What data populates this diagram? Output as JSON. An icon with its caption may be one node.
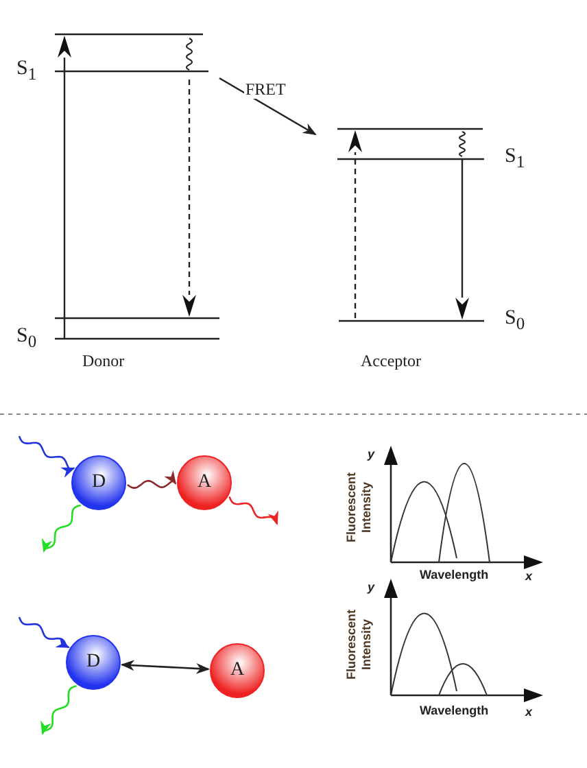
{
  "diagram": {
    "nodes": [
      {
        "text": [
          "Donor"
        ]
      },
      {
        "text": [
          "Acceptor"
        ]
      },
      {
        "text": [
          "D"
        ]
      },
      {
        "text": [
          "A"
        ]
      },
      {
        "text": [
          "D"
        ]
      },
      {
        "text": [
          "A"
        ]
      }
    ],
    "edges": [
      {
        "from": 0,
        "to": 1,
        "arrow": "to",
        "label": "FRET"
      },
      {
        "from": null,
        "to": 2,
        "arrow": "to",
        "color": "#2233dd"
      },
      {
        "from": 2,
        "to": null,
        "arrow": "to",
        "color": "#22dd22"
      },
      {
        "from": 2,
        "to": 3,
        "arrow": "to",
        "color": "#8b2a2a"
      },
      {
        "from": 3,
        "to": null,
        "arrow": "to",
        "color": "#ee2222"
      },
      {
        "from": 4,
        "to": 5,
        "arrow": "both"
      },
      {
        "from": null,
        "to": 4,
        "arrow": "to",
        "color": "#2233dd"
      },
      {
        "from": 4,
        "to": null,
        "arrow": "to",
        "color": "#22dd22"
      }
    ],
    "labels": [
      "S$_{1}$",
      "S$_{1}$",
      "S$_{0}$",
      "S$_{0}$",
      "y",
      "Fluorescent Intensity",
      "Wavelength",
      "x",
      "y",
      "Fluorescent Intensity",
      "Wavelength",
      "x"
    ]
  }
}
